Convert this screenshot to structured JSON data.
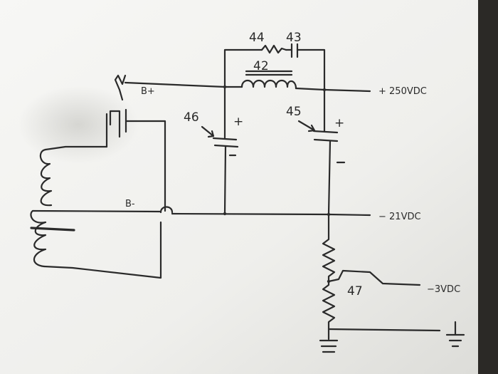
{
  "labels": {
    "b_plus": "B+",
    "b_minus": "B-",
    "c44": "44",
    "c43": "43",
    "c42": "42",
    "c46": "46",
    "c45": "45",
    "r47": "47",
    "plus": "+",
    "minus": "−",
    "v_250": "+ 250VDC",
    "v_21": "− 21VDC",
    "v_3": "−3VDC"
  },
  "colors": {
    "paper": "#f4f4f2",
    "ink": "#2a2a2a",
    "background": "#3a3835"
  }
}
